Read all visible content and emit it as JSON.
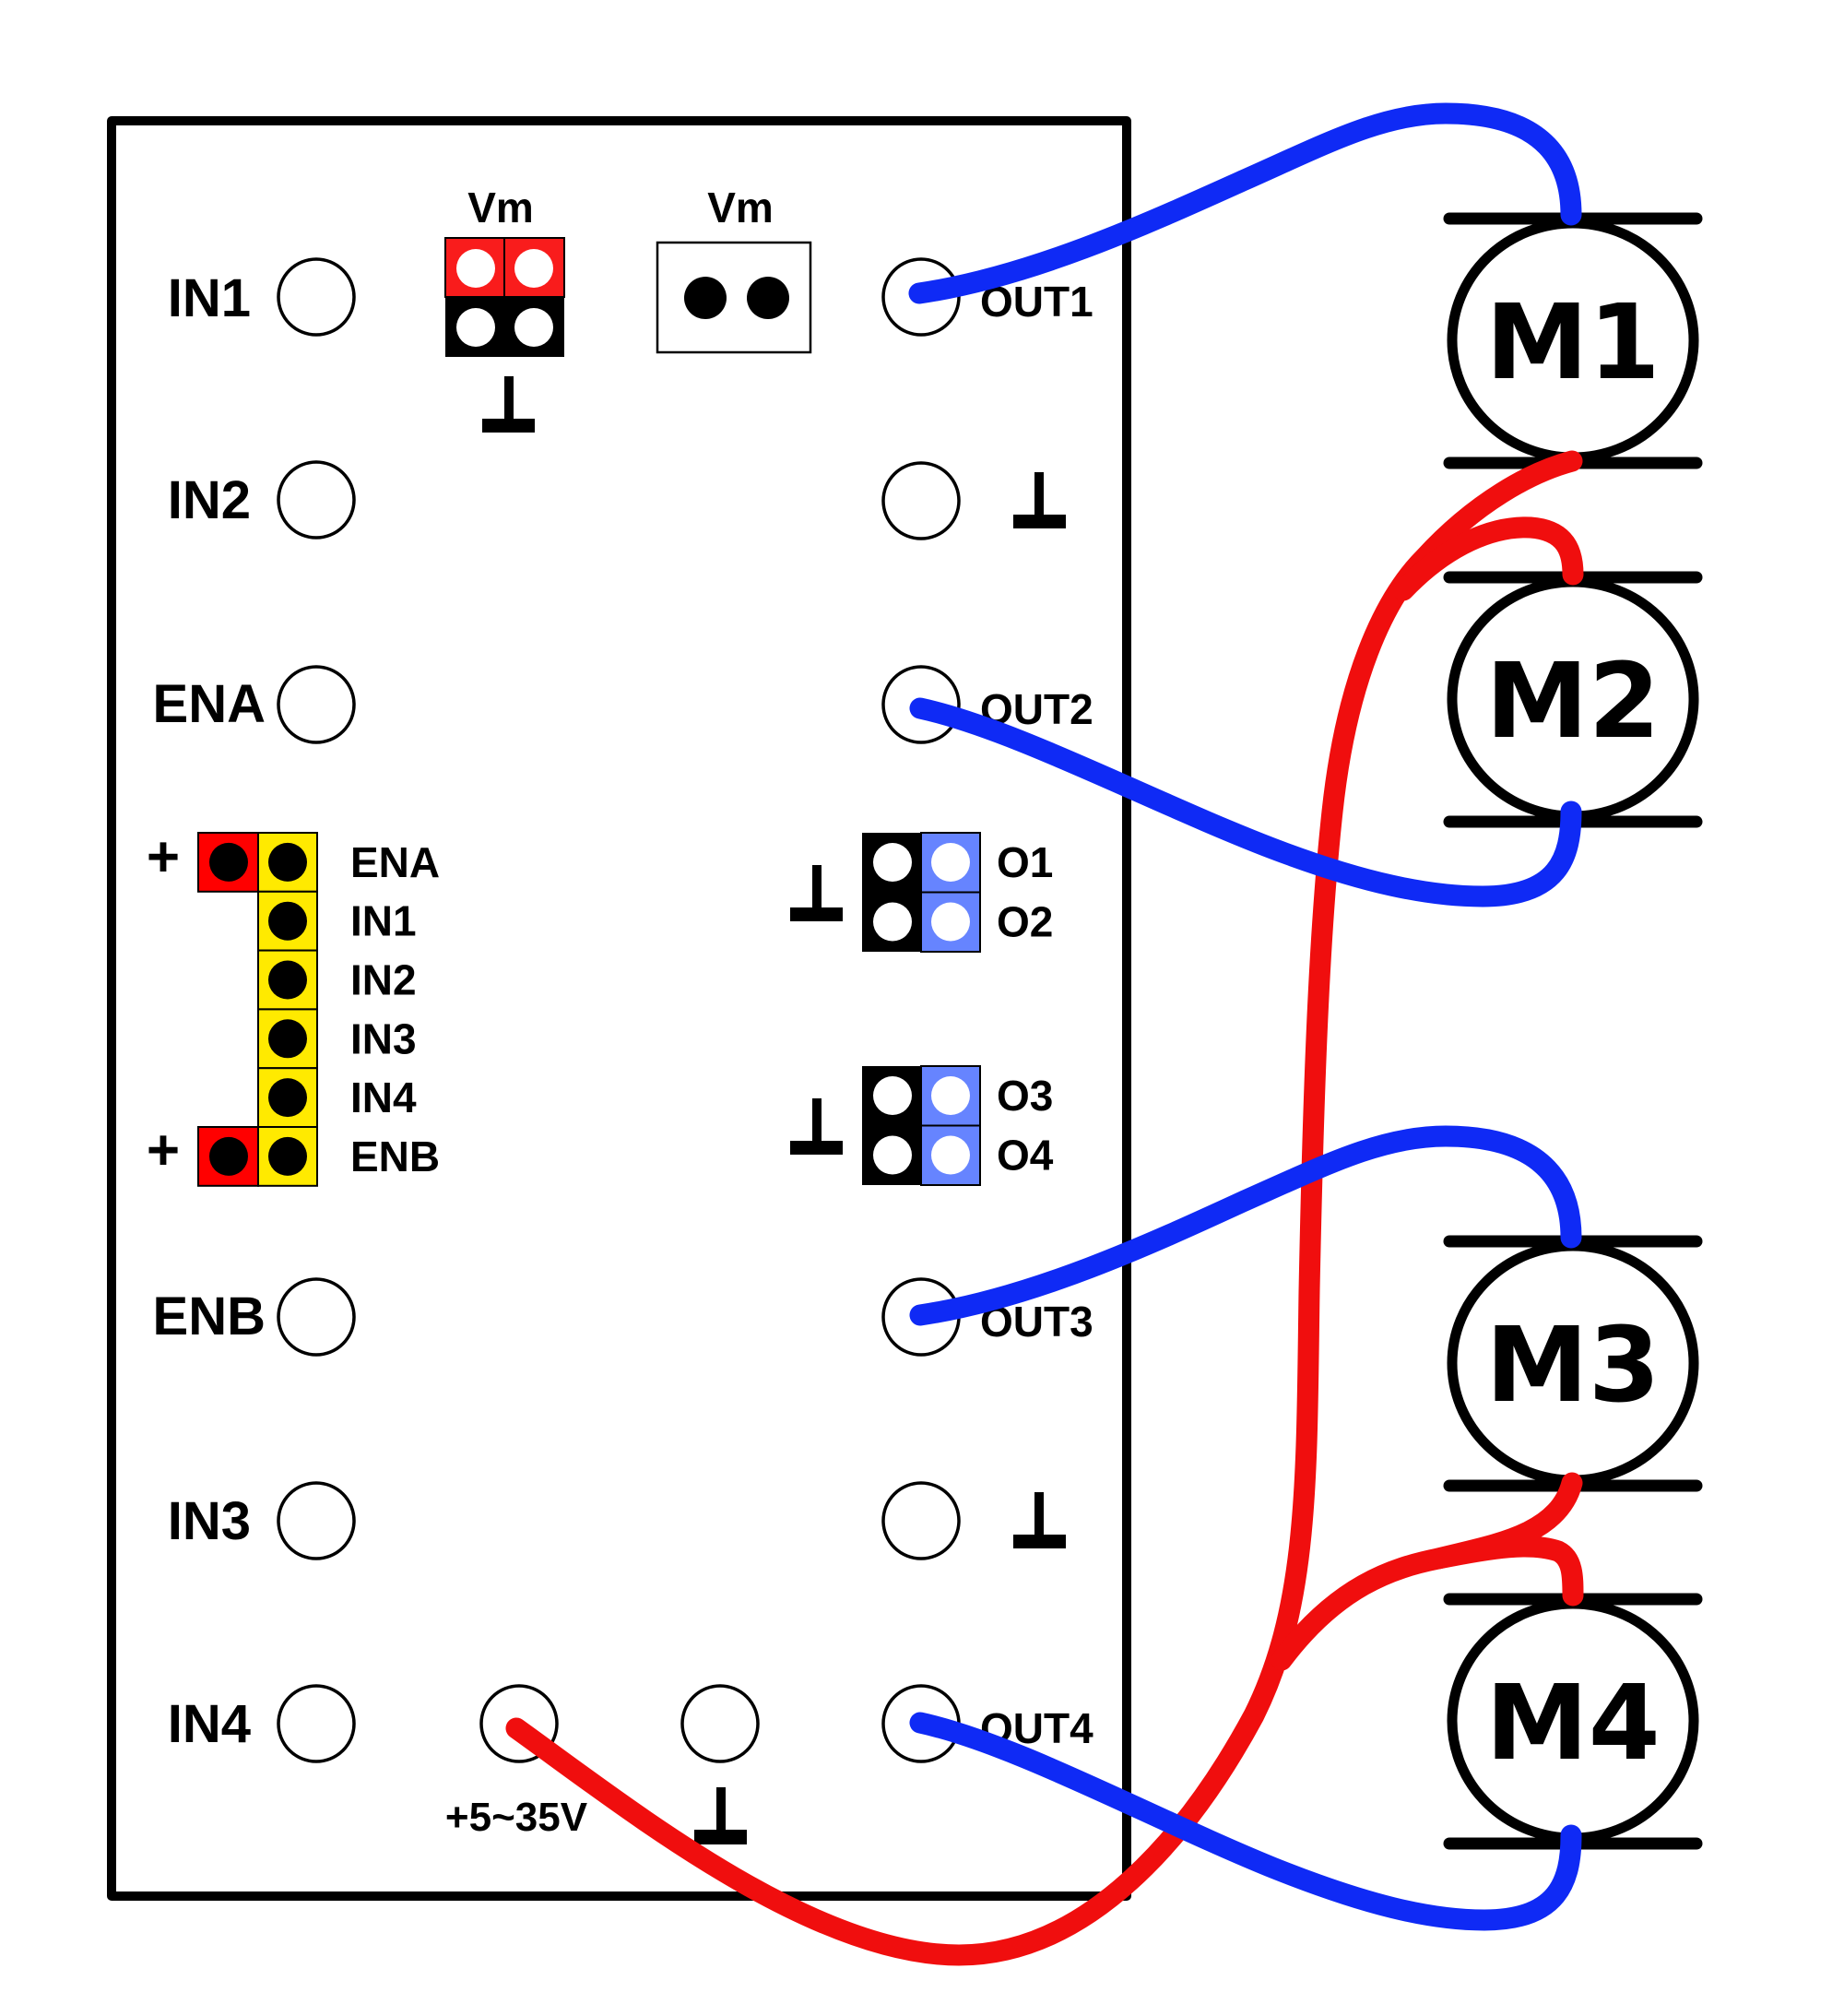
{
  "board": {
    "left_pins": [
      {
        "label": "IN1"
      },
      {
        "label": "IN2"
      },
      {
        "label": "ENA"
      },
      {
        "label": "ENB"
      },
      {
        "label": "IN3"
      },
      {
        "label": "IN4"
      }
    ],
    "right_pins": [
      {
        "label": "OUT1",
        "type": "text"
      },
      {
        "label": "ground",
        "type": "ground-symbol"
      },
      {
        "label": "OUT2",
        "type": "text"
      },
      {
        "label": "OUT3",
        "type": "text"
      },
      {
        "label": "ground",
        "type": "ground-symbol"
      },
      {
        "label": "OUT4",
        "type": "text"
      }
    ],
    "power_pins": {
      "supply_label": "+5~35V",
      "ground_label": "ground"
    },
    "vm_jumper": {
      "label": "Vm",
      "bottom_symbol": "ground"
    },
    "vm_terminal": {
      "label": "Vm"
    },
    "logic_header": {
      "plus_label": "+",
      "rows": [
        "ENA",
        "IN1",
        "IN2",
        "IN3",
        "IN4",
        "ENB"
      ]
    },
    "output_jumpers": [
      {
        "rows": [
          "O1",
          "O2"
        ],
        "left_symbol": "ground"
      },
      {
        "rows": [
          "O3",
          "O4"
        ],
        "left_symbol": "ground"
      }
    ]
  },
  "motors": [
    {
      "label": "M1"
    },
    {
      "label": "M2"
    },
    {
      "label": "M3"
    },
    {
      "label": "M4"
    }
  ],
  "wires": [
    {
      "color": "blue",
      "from": "OUT1",
      "to": "M1 top"
    },
    {
      "color": "blue",
      "from": "OUT2",
      "to": "M2 bottom"
    },
    {
      "color": "blue",
      "from": "OUT3",
      "to": "M3 top"
    },
    {
      "color": "blue",
      "from": "OUT4",
      "to": "M4 bottom"
    },
    {
      "color": "red",
      "from": "+5~35V",
      "to": "M1 bottom, M2 top, M3 bottom, M4 top"
    }
  ],
  "colors": {
    "wire_blue": "#0f2af5",
    "wire_red": "#f00e0e",
    "jumper_red": "#f91c1c",
    "header_red": "#ff0000",
    "header_yellow": "#ffea00",
    "jumper_blue": "#6684ff",
    "ink": "#000000"
  }
}
